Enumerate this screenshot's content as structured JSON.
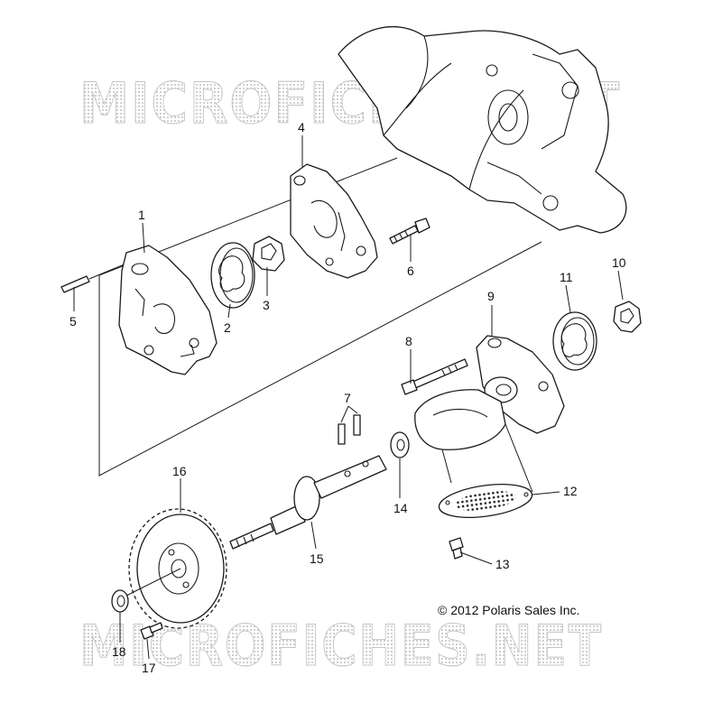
{
  "watermark": {
    "top": "MICROFICHES.NET",
    "bottom": "MICROFICHES.NET"
  },
  "copyright": "© 2012 Polaris Sales Inc.",
  "callouts": [
    "1",
    "2",
    "3",
    "4",
    "5",
    "6",
    "7",
    "8",
    "9",
    "10",
    "11",
    "12",
    "13",
    "14",
    "15",
    "16",
    "17",
    "18"
  ],
  "colors": {
    "line": "#1a1a1a",
    "watermark": "#c4c4c4",
    "background": "#ffffff"
  }
}
